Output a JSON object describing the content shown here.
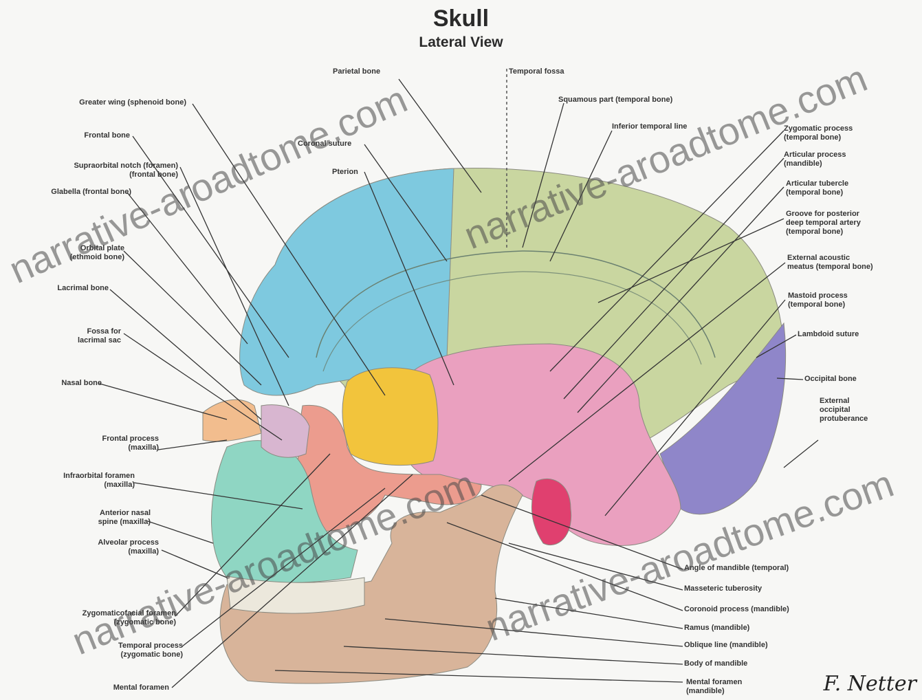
{
  "title": "Skull",
  "subtitle": "Lateral View",
  "watermark": "narrative-aroadtome.com",
  "signature": "F. Netter",
  "labels": {
    "top": [
      "Parietal bone",
      "Temporal fossa"
    ],
    "left": [
      "Greater wing (sphenoid bone)",
      "Frontal bone",
      "Supraorbital notch (foramen)\n(frontal bone)",
      "Glabella (frontal bone)",
      "Orbital plate\n(ethmoid bone)",
      "Lacrimal bone",
      "Fossa for\nlacrimal sac",
      "Nasal bone",
      "Frontal process\n(maxilla)",
      "Infraorbital foramen\n(maxilla)",
      "Anterior nasal\nspine (maxilla)",
      "Alveolar process\n(maxilla)",
      "Zygomaticofacial foramen\n(zygomatic bone)",
      "Temporal process\n(zygomatic bone)",
      "Mental foramen"
    ],
    "center": [
      "Coronal suture",
      "Pterion"
    ],
    "upper_right": [
      "Squamous part (temporal bone)",
      "Inferior temporal line"
    ],
    "right": [
      "Zygomatic process\n(temporal bone)",
      "Articular process\n(mandible)",
      "Articular tubercle\n(temporal bone)",
      "Groove for posterior\ndeep temporal artery\n(temporal bone)",
      "External acoustic\nmeatus (temporal bone)",
      "Mastoid process\n(temporal bone)",
      "Lambdoid suture",
      "Occipital bone",
      "External\noccipital\nprotuberance"
    ],
    "bottom_right": [
      "Angle of mandible (temporal)",
      "Masseteric tuberosity",
      "Coronoid process (mandible)",
      "Ramus (mandible)",
      "Oblique line (mandible)",
      "Body of mandible",
      "Mental foramen\n(mandible)"
    ]
  },
  "colors": {
    "frontal": "#7ec9df",
    "parietal": "#c9d6a0",
    "temporal": "#eaa0bf",
    "sphenoid": "#f2c43c",
    "occipital": "#8f86c9",
    "zygomatic": "#ec9c8e",
    "maxilla": "#8fd6c3",
    "mandible": "#d8b49a",
    "teeth": "#ece8dc",
    "nasal": "#f2bd8e"
  }
}
